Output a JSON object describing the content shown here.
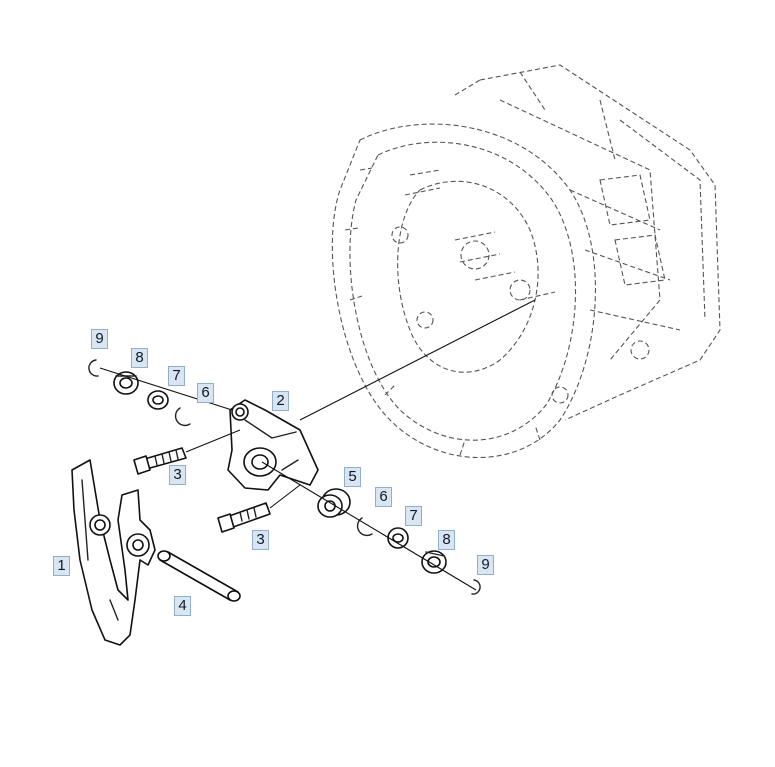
{
  "diagram": {
    "callouts": [
      {
        "id": "c9a",
        "label": "9"
      },
      {
        "id": "c8a",
        "label": "8"
      },
      {
        "id": "c7a",
        "label": "7"
      },
      {
        "id": "c6a",
        "label": "6"
      },
      {
        "id": "c2",
        "label": "2"
      },
      {
        "id": "c3a",
        "label": "3"
      },
      {
        "id": "c5",
        "label": "5"
      },
      {
        "id": "c6b",
        "label": "6"
      },
      {
        "id": "c7b",
        "label": "7"
      },
      {
        "id": "c8b",
        "label": "8"
      },
      {
        "id": "c9b",
        "label": "9"
      },
      {
        "id": "c3b",
        "label": "3"
      },
      {
        "id": "c1",
        "label": "1"
      },
      {
        "id": "c4",
        "label": "4"
      }
    ]
  }
}
